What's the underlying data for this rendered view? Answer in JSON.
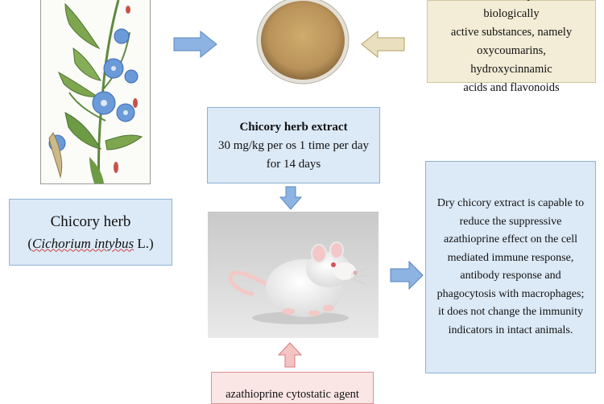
{
  "colors": {
    "blue_box_fill": "#dce9f6",
    "blue_arrow": "#8db3e2",
    "beige_box_fill": "#f3ecd6",
    "beige_arrow": "#eadfbf",
    "pink_box_fill": "#fbe6e6",
    "pink_arrow": "#f4c4c4"
  },
  "images": {
    "plant": "chicory-plant-illustration",
    "powder": "extract-powder-dish",
    "rat": "white-rat-photo"
  },
  "phenolic": {
    "lines": [
      "Phenolic complex of biologically",
      "active substances, namely",
      "oxycoumarins, hydroxycinnamic",
      "acids and flavonoids"
    ]
  },
  "extract": {
    "title": "Chicory herb extract",
    "dose": "30 mg/kg per os 1 time per day",
    "duration": "for 14 days"
  },
  "herb": {
    "name": "Chicory herb",
    "latin": "Cichorium intybus",
    "author": " L.)"
  },
  "result": {
    "lines": [
      "Dry chicory extract is capable to",
      "reduce the suppressive",
      "azathioprine effect on the cell",
      "mediated immune response,",
      "antibody response and",
      "phagocytosis with macrophages;",
      "it does not change the immunity",
      "indicators in intact animals."
    ]
  },
  "agent": {
    "label": "azathioprine cytostatic agent"
  }
}
